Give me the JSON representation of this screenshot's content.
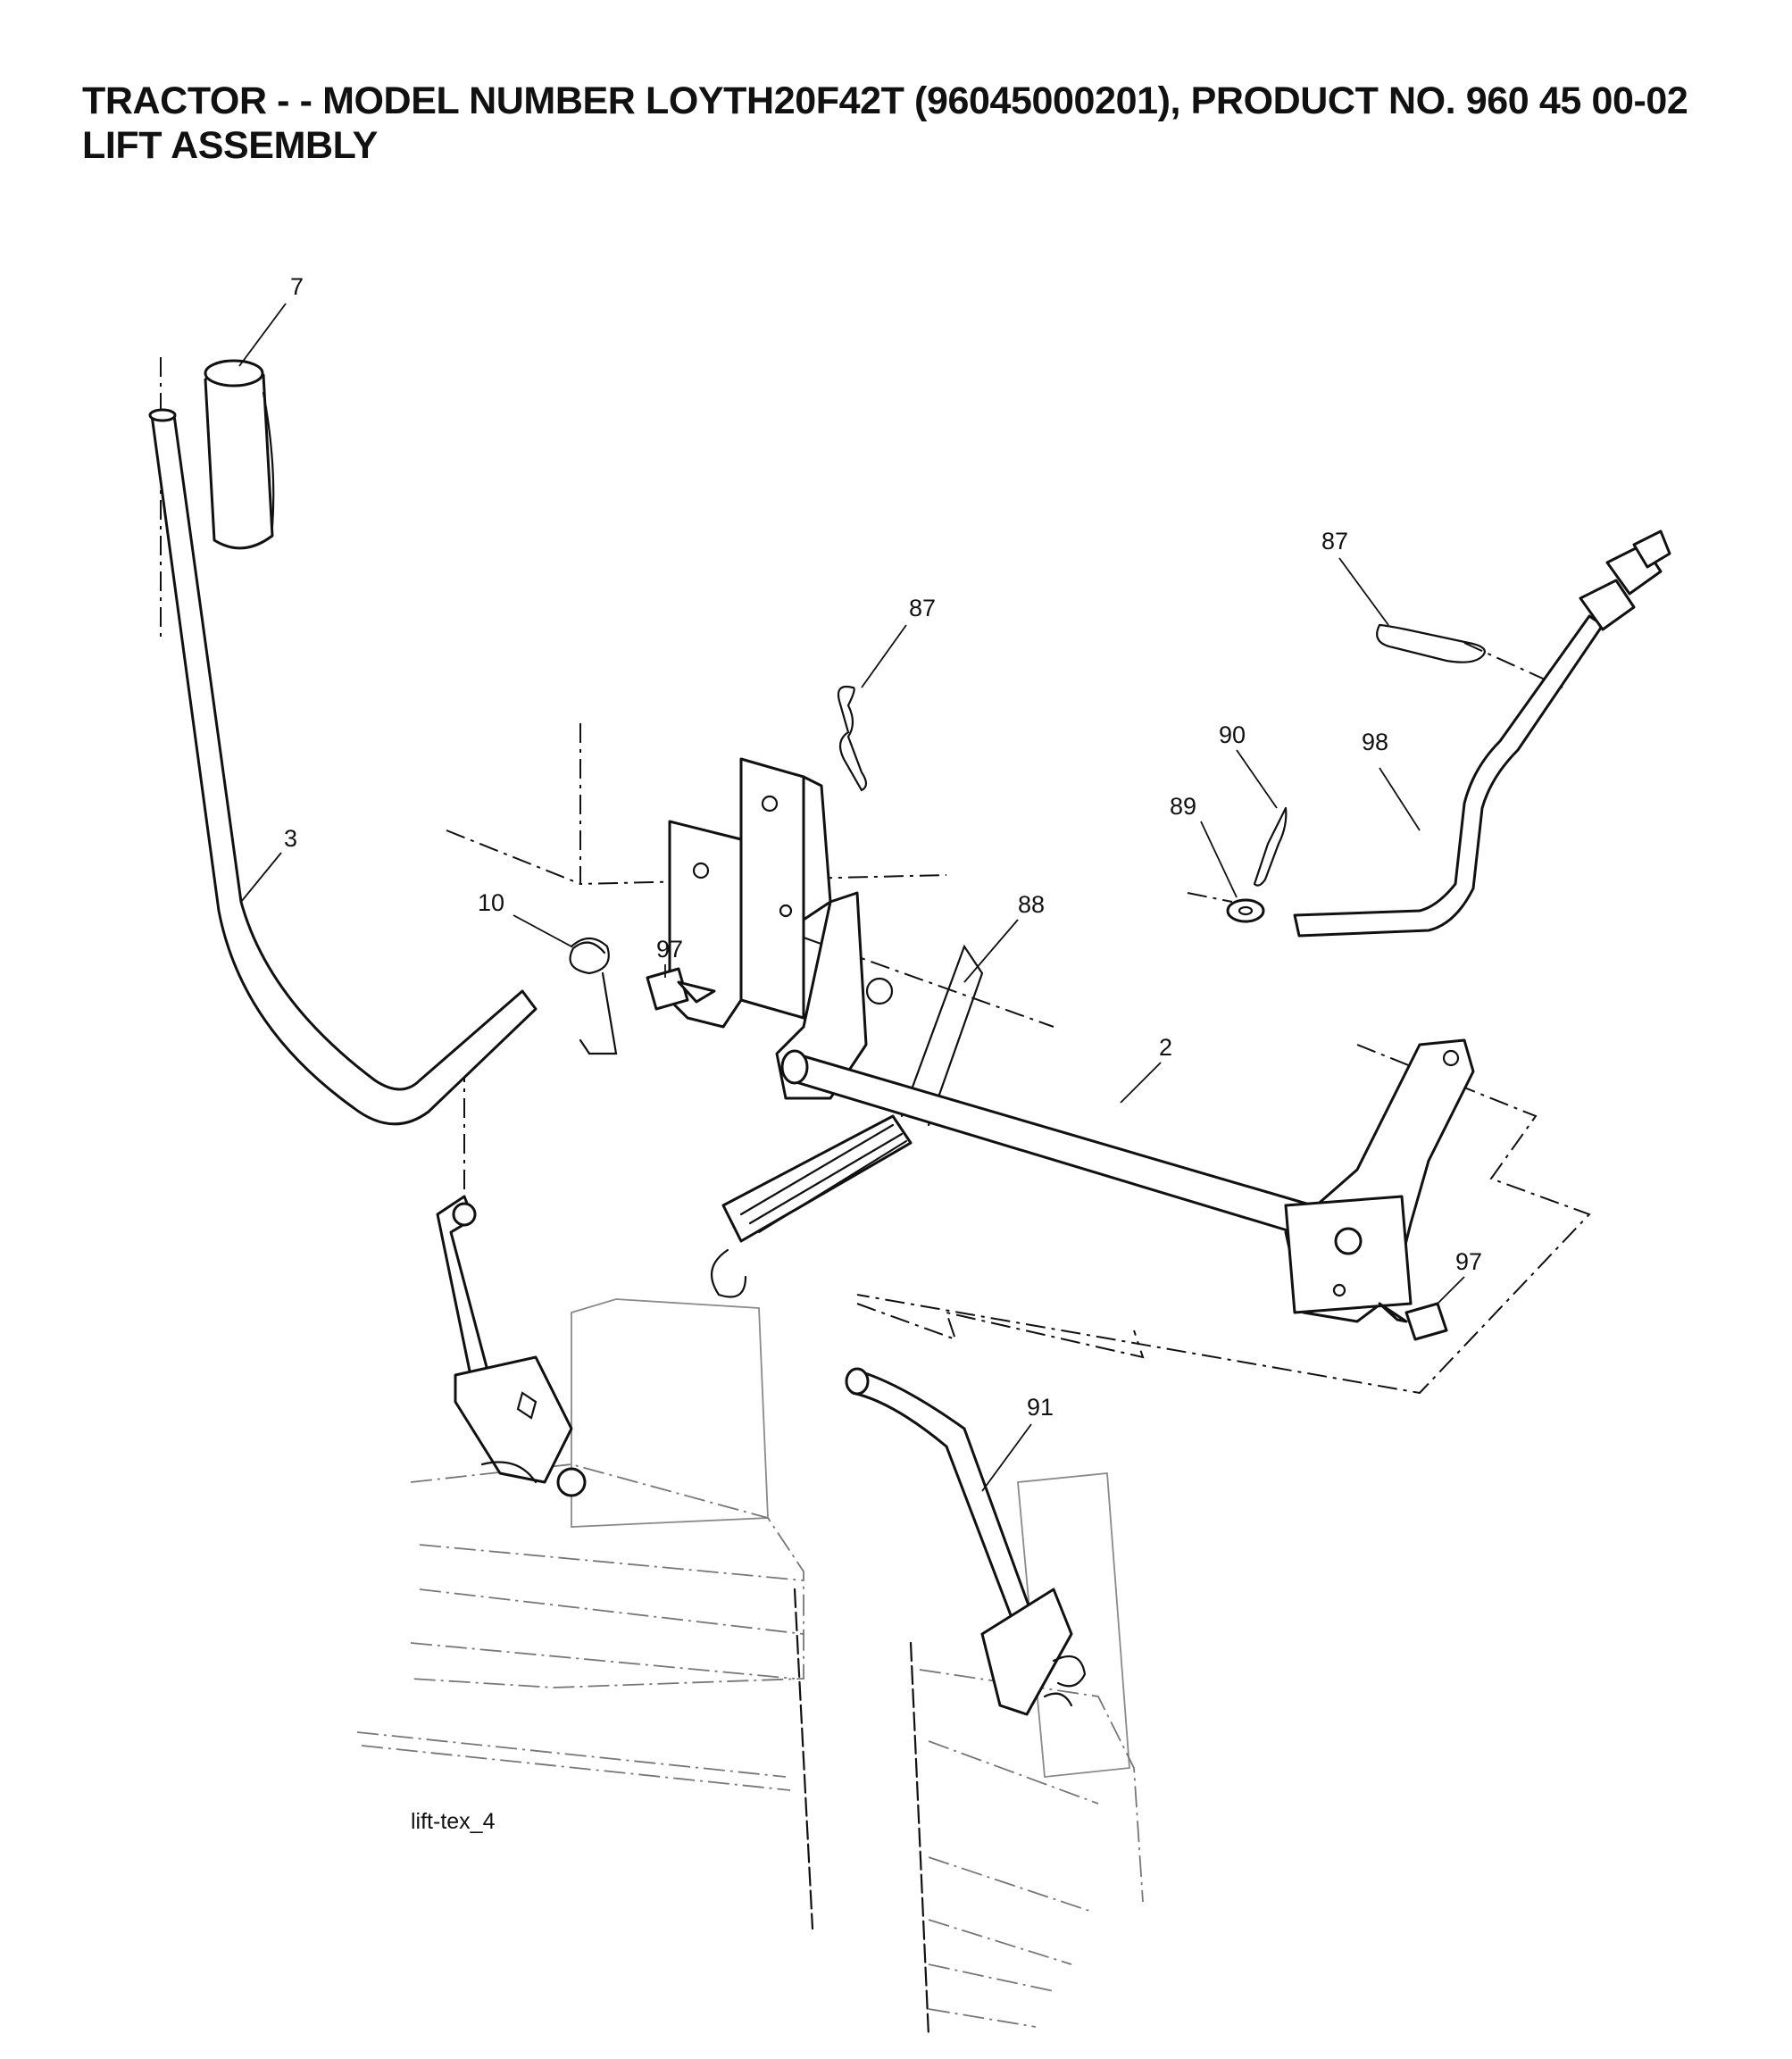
{
  "page": {
    "title_line_1": "TRACTOR - - MODEL NUMBER LOYTH20F42T (96045000201), PRODUCT NO. 960 45 00-02",
    "title_line_2": "LIFT ASSEMBLY"
  },
  "diagram": {
    "figure_id": "lift-tex_4",
    "callouts": [
      "7",
      "3",
      "10",
      "97",
      "87",
      "88",
      "2",
      "87",
      "90",
      "89",
      "98",
      "97",
      "91"
    ]
  }
}
